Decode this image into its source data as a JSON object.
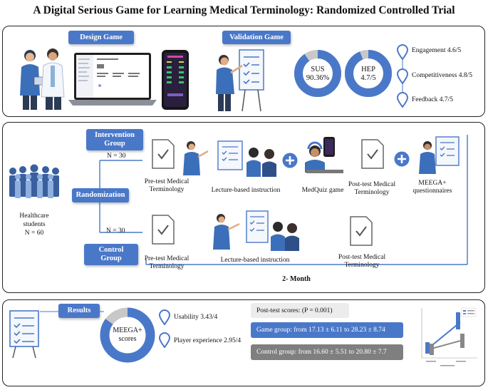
{
  "title": "A Digital Serious Game for Learning Medical Terminology: Randomized Controlled Trial",
  "top": {
    "design_label": "Design Game",
    "validation_label": "Validation Game",
    "sus": {
      "name": "SUS",
      "value": "90.36%",
      "fraction": 0.9036
    },
    "hep": {
      "name": "HEP",
      "value": "4.7/5",
      "fraction": 0.94
    },
    "metrics": [
      "Engagement 4.6/5",
      "Competitiveness 4.8/5",
      "Feedback 4.7/5"
    ]
  },
  "middle": {
    "intervention_label": "Intervention Group",
    "randomization_label": "Randomization",
    "control_label": "Control Group",
    "n_intervention": "N = 30",
    "n_control": "N = 30",
    "participants": [
      "Healthcare",
      "students",
      "N = 60"
    ],
    "intervention_steps": [
      "Pre-test Medical Terminology",
      "Lecture-based instruction",
      "MedQuiz game",
      "Post-test Medical Terminology",
      "MEEGA+ questionnaires"
    ],
    "control_steps": [
      "Pre-test Medical Terminology",
      "Lecture-based instruction",
      "Post-test Medical Terminology"
    ],
    "duration": "2- Month"
  },
  "bottom": {
    "results_label": "Results",
    "meega": {
      "name": "MEEGA+ scores",
      "fraction": 0.85
    },
    "usability": "Usability 3.43/4",
    "player_experience": "Player experience 2.95/4",
    "posttest": "Post-test scores: (P = 0.001)",
    "game_group": "Game group: from 17.13 ± 6.11 to 28.23 ± 8.74",
    "control_group": "Control group: from 16.60 ± 5.51 to 20.80 ± 7.7"
  },
  "colors": {
    "accent": "#4a78c9",
    "grey": "#8a8a8a",
    "ring_grey": "#c8c8c8"
  }
}
